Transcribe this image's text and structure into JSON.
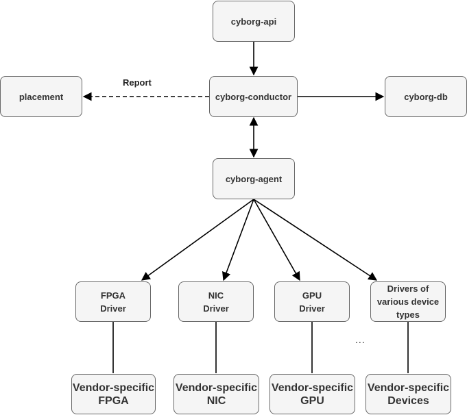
{
  "nodes": {
    "api": "cyborg-api",
    "conductor": "cyborg-conductor",
    "placement": "placement",
    "db": "cyborg-db",
    "agent": "cyborg-agent",
    "fpga_driver": "FPGA\nDriver",
    "nic_driver": "NIC\nDriver",
    "gpu_driver": "GPU\nDriver",
    "other_drivers": "Drivers of\nvarious device\ntypes",
    "vendor_fpga": "Vendor-specific\nFPGA",
    "vendor_nic": "Vendor-specific\nNIC",
    "vendor_gpu": "Vendor-specific\nGPU",
    "vendor_devices": "Vendor-specific\nDevices"
  },
  "edge_labels": {
    "report": "Report",
    "ellipsis": "..."
  },
  "colors": {
    "node_fill": "#f5f5f5",
    "node_border": "#666666",
    "edge": "#000000"
  }
}
